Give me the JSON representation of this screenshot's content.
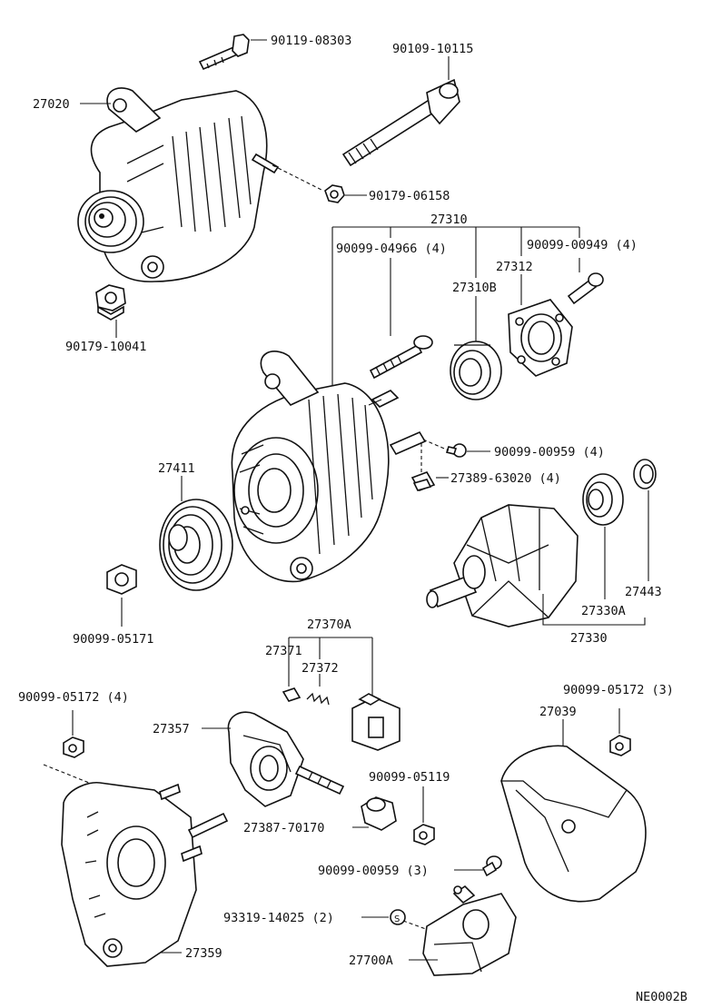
{
  "diagram": {
    "code": "NE0002B",
    "labels": {
      "bolt_top": "90119-08303",
      "through_bolt": "90109-10115",
      "alternator": "27020",
      "nut_top": "90179-06158",
      "rear_assy": "27310",
      "stud_bolt": "90099-04966 (4)",
      "screw_plate": "90099-00949 (4)",
      "plate": "27312",
      "bearing_rear": "27310B",
      "nut_pulley_top": "90179-10041",
      "pulley": "27411",
      "screw_mid": "90099-00959 (4)",
      "terminal": "27389-63020 (4)",
      "bearing_cover": "27443",
      "bearing_rotor": "27330A",
      "rotor": "27330",
      "nut_pulley": "90099-05171",
      "brush_holder_assy": "27370A",
      "brush": "27371",
      "spring": "27372",
      "nut_left": "90099-05172 (4)",
      "nut_right": "90099-05172 (3)",
      "rectifier": "27357",
      "rear_cover": "27039",
      "nut_small": "90099-05119",
      "insulator": "27387-70170",
      "screw_low": "90099-00959 (3)",
      "screw_reg": "93319-14025 (2)",
      "frame": "27359",
      "regulator": "27700A"
    }
  }
}
